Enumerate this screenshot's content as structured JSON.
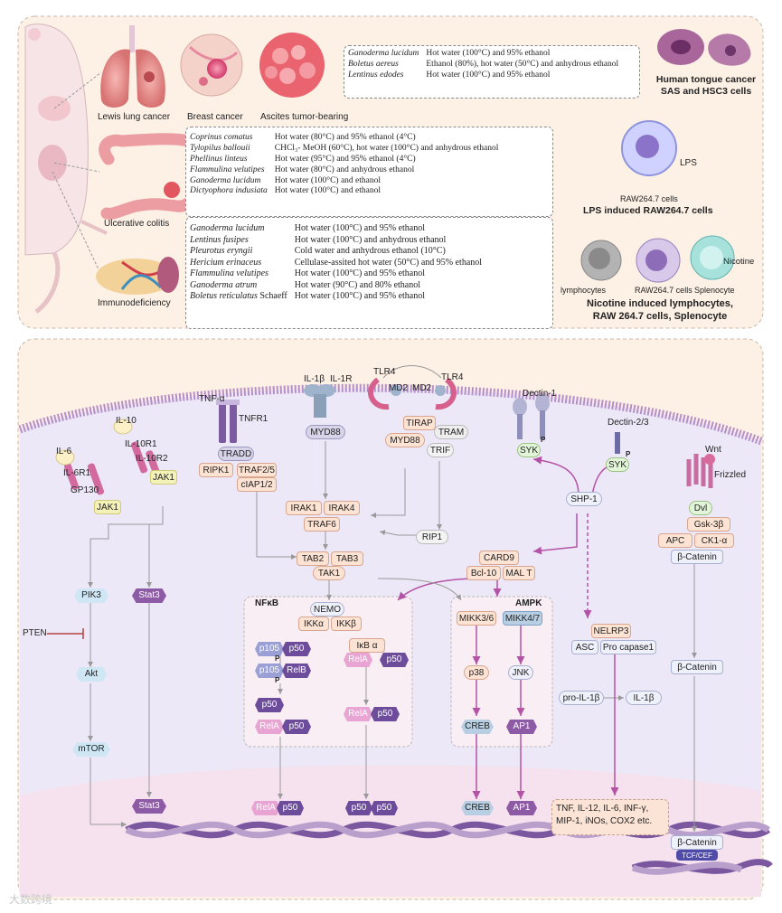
{
  "top_panel": {
    "organs": {
      "lung": "Lewis lung cancer",
      "breast": "Breast cancer",
      "ascites": "Ascites tumor-bearing",
      "colitis": "Ulcerative colitis",
      "immuno": "Immunodeficiency"
    },
    "box1": [
      {
        "species": "Ganoderma lucidum",
        "method": "Hot water (100°C) and 95% ethanol"
      },
      {
        "species": "Boletus aereus",
        "method": "Ethanol (80%), hot water (50°C) and anhydrous ethanol"
      },
      {
        "species": "Lentinus edodes",
        "method": "Hot water (100°C) and 95% ethanol"
      }
    ],
    "box2": [
      {
        "species": "Coprinus comatus",
        "method": "Hot water (80°C) and 95% ethanol (4°C)"
      },
      {
        "species": "Tylopilus ballouii",
        "method": "CHCl₃- MeOH (60°C), hot water (100°C) and anhydrous ethanol"
      },
      {
        "species": "Phellinus linteus",
        "method": "Hot water (95°C) and 95% ethanol (4°C)"
      },
      {
        "species": "Flammulina velutipes",
        "method": "Hot water (80°C) and anhydrous ethanol"
      },
      {
        "species": "Ganoderma lucidum",
        "method": "Hot water (100°C) and ethanol"
      },
      {
        "species": "Dictyophora indusiata",
        "method": "Hot water (100°C) and ethanol"
      }
    ],
    "box3": [
      {
        "species": "Ganoderma lucidum",
        "suffix": "",
        "method": "Hot water (100°C) and 95% ethanol"
      },
      {
        "species": "Lentinus fusipes",
        "suffix": "",
        "method": "Hot water (100°C) and anhydrous ethanol"
      },
      {
        "species": "Pleurotus eryngii",
        "suffix": "",
        "method": "Cold water and anhydrous ethanol (10°C)"
      },
      {
        "species": "Hericium erinaceus",
        "suffix": "",
        "method": "Cellulase-assited  hot water (50°C) and 95% ethanol"
      },
      {
        "species": "Flammulina velutipes",
        "suffix": "",
        "method": "Hot water (100°C) and 95% ethanol"
      },
      {
        "species": "Ganoderma atrum",
        "suffix": "",
        "method": "Hot water (90°C) and 80% ethanol"
      },
      {
        "species": "Boletus reticulatus",
        "suffix": " Schaeff",
        "method": "Hot water (100°C) and 95% ethanol"
      }
    ],
    "right": {
      "tongue_title": "Human tongue cancer",
      "tongue_sub": "SAS and HSC3 cells",
      "lps": "LPS",
      "raw_cells": "RAW264.7 cells",
      "lps_title": "LPS induced RAW264.7 cells",
      "nicotine": "Nicotine",
      "lymphocytes": "lymphocytes",
      "raw_cells2": "RAW264.7 cells",
      "splenocyte": "Splenocyte",
      "nic_title1": "Nicotine induced lymphocytes,",
      "nic_title2": "RAW 264.7 cells, Splenocyte"
    }
  },
  "pathway": {
    "receptors": {
      "il6": "IL-6",
      "il6r1": "IL-6R1",
      "gp130": "GP130",
      "jak1a": "JAK1",
      "il10": "IL-10",
      "il10r1": "IL-10R1",
      "il10r2": "IL-10R2",
      "jak1b": "JAK1",
      "tnfa": "TNF-α",
      "tnfr1": "TNFR1",
      "il1b": "IL-1β",
      "il1r": "IL-1R",
      "tlr4a": "TLR4",
      "tlr4b": "TLR4",
      "md2a": "MD2",
      "md2b": "MD2",
      "dectin1": "Dectin-1",
      "dectin23": "Dectin-2/3",
      "wnt": "Wnt",
      "frizzled": "Frizzled"
    },
    "nodes": {
      "tradd": "TRADD",
      "ripk1": "RIPK1",
      "traf25": "TRAF2/5",
      "ciap12": "cIAP1/2",
      "myd88a": "MYD88",
      "tirap": "TIRAP",
      "myd88b": "MYD88",
      "tram": "TRAM",
      "trif": "TRIF",
      "irak1": "IRAK1",
      "irak4": "IRAK4",
      "traf6": "TRAF6",
      "rip1": "RIP1",
      "tab2": "TAB2",
      "tab3": "TAB3",
      "tak1": "TAK1",
      "syk1": "SYK",
      "syk2": "SYK",
      "p": "P",
      "shp1": "SHP-1",
      "card9": "CARD9",
      "bcl10": "Bcl-10",
      "malt": "MAL T",
      "dvl": "Dvl",
      "gsk3b": "Gsk-3β",
      "apc": "APC",
      "ck1a": "CK1-α",
      "bcat1": "β-Catenin",
      "bcat2": "β-Catenin",
      "bcat3": "β-Catenin",
      "tcf": "TCF/CEF",
      "pik3": "PIK3",
      "pten": "PTEN",
      "akt": "Akt",
      "mtor": "mTOR",
      "stat3a": "Stat3",
      "stat3b": "Stat3",
      "nfkb": "NFκB",
      "nemo": "NEMO",
      "ikka": "IKKα",
      "ikkb": "IKKβ",
      "p105a": "p105",
      "p50a": "p50",
      "p105b": "p105",
      "relb": "RelB",
      "p50b": "p50",
      "rela1": "RelA",
      "p50c": "p50",
      "ikba": "IκB α",
      "rela2": "RelA",
      "p50d": "p50",
      "rela3": "RelA",
      "p50e": "p50",
      "ampk": "AMPK",
      "mikk36": "MIKK3/6",
      "mikk47": "MIKK4/7",
      "p38": "p38",
      "jnk": "JNK",
      "creb1": "CREB",
      "ap1a": "AP1",
      "nlrp3": "NELRP3",
      "asc": "ASC",
      "procasp": "Pro capase1",
      "proil1b": "pro-IL-1β",
      "il1b2": "IL-1β",
      "dna_stat3": "Stat3",
      "dna_rela": "RelA",
      "dna_p50": "p50",
      "dna_p50b": "p50",
      "dna_p50c": "p50",
      "dna_creb": "CREB",
      "dna_ap1": "AP1",
      "cytokines1": "TNF, IL-12, IL-6, INF-γ,",
      "cytokines2": "MIP-1,  iNOs, COX2 etc."
    }
  },
  "watermark": "大数跨境",
  "colors": {
    "top_bg": "#fdf1e6",
    "cell_bg": "#ece8f7",
    "membrane": "#b78fc7",
    "nucleus": "#f6e2ee",
    "node": "#fde3d3",
    "purple": "#8d5ba5",
    "blue": "#8fb3cf"
  }
}
